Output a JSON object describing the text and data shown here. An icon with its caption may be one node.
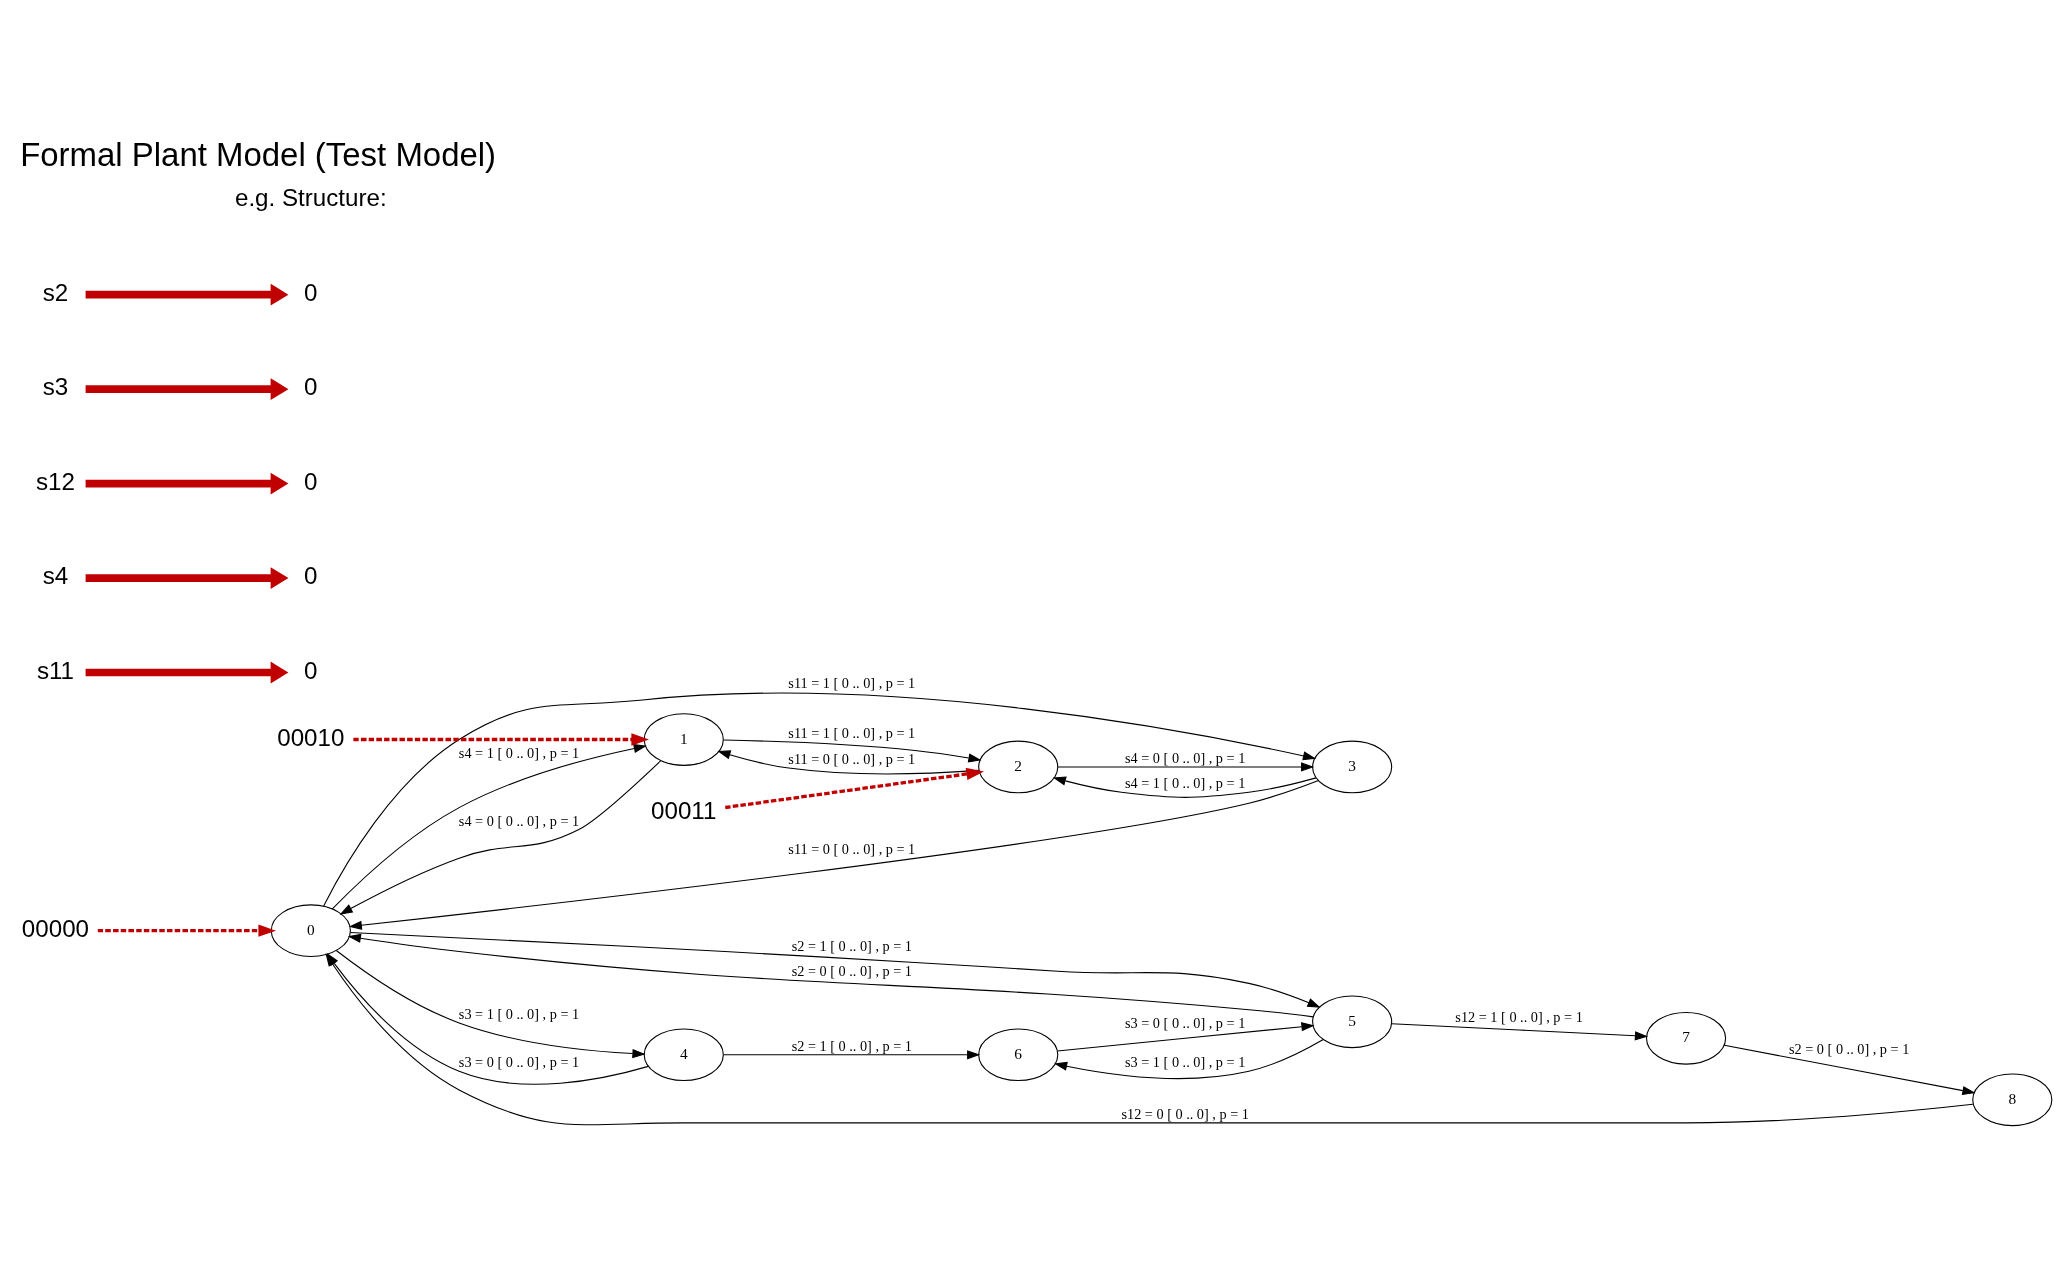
{
  "diagram": {
    "title": "Formal Plant Model (Test Model)",
    "nodes": [
      {
        "text": [
          "0"
        ]
      },
      {
        "text": [
          "1"
        ]
      },
      {
        "text": [
          "2"
        ]
      },
      {
        "text": [
          "3"
        ]
      },
      {
        "text": [
          "4"
        ]
      },
      {
        "text": [
          "5"
        ]
      },
      {
        "text": [
          "6"
        ]
      },
      {
        "text": [
          "7"
        ]
      },
      {
        "text": [
          "8"
        ]
      },
      {
        "text": [
          "00000"
        ]
      },
      {
        "text": [
          "00010"
        ]
      },
      {
        "text": [
          "00011"
        ]
      },
      {
        "text": [
          "0"
        ]
      },
      {
        "text": [
          "0"
        ]
      },
      {
        "text": [
          "0"
        ]
      },
      {
        "text": [
          "0"
        ]
      },
      {
        "text": [
          "0"
        ]
      },
      {
        "text": [
          "s3"
        ]
      },
      {
        "text": [
          "s4"
        ]
      },
      {
        "text": [
          "s2"
        ]
      },
      {
        "text": [
          "s12"
        ]
      },
      {
        "text": [
          "s11"
        ]
      }
    ],
    "edges": [
      {
        "from": 0,
        "to": 1,
        "arrow": "to",
        "label": "s4 = 1 [ 0 .. 0] , p = 1"
      },
      {
        "from": 1,
        "to": 0,
        "arrow": "to",
        "label": "s4 = 0 [ 0 .. 0] , p = 1"
      },
      {
        "from": 2,
        "to": 1,
        "arrow": "to",
        "label": "s11 = 0 [ 0 .. 0] , p = 1"
      },
      {
        "from": 1,
        "to": 2,
        "arrow": "to",
        "label": "s11 = 1 [ 0 .. 0] , p = 1"
      },
      {
        "from": 3,
        "to": 2,
        "arrow": "to",
        "label": "s4 = 1 [ 0 .. 0] , p = 1"
      },
      {
        "from": 2,
        "to": 3,
        "arrow": "to",
        "label": "s4 = 0 [ 0 .. 0] , p = 1"
      },
      {
        "from": 3,
        "to": 0,
        "arrow": "to",
        "label": "s11 = 0 [ 0 .. 0] , p = 1"
      },
      {
        "from": 0,
        "to": 3,
        "arrow": "to",
        "label": "s11 = 1 [ 0 .. 0] , p = 1"
      },
      {
        "from": 5,
        "to": 0,
        "arrow": "to",
        "label": "s2 = 0 [ 0 .. 0] , p = 1"
      },
      {
        "from": 0,
        "to": 5,
        "arrow": "to",
        "label": "s2 = 1 [ 0 .. 0] , p = 1"
      },
      {
        "from": 4,
        "to": 0,
        "arrow": "to",
        "label": "s3 = 0 [ 0 .. 0] , p = 1"
      },
      {
        "from": 0,
        "to": 4,
        "arrow": "to",
        "label": "s3 = 1 [ 0 .. 0] , p = 1"
      },
      {
        "from": 5,
        "to": 6,
        "arrow": "to",
        "label": "s3 = 1 [ 0 .. 0] , p = 1"
      },
      {
        "from": 6,
        "to": 5,
        "arrow": "to",
        "label": "s3 = 0 [ 0 .. 0] , p = 1"
      },
      {
        "from": 5,
        "to": 7,
        "arrow": "to",
        "label": "s12 = 1 [ 0 .. 0] , p = 1"
      },
      {
        "from": 4,
        "to": 6,
        "arrow": "to",
        "label": "s2 = 1 [ 0 .. 0] , p = 1"
      },
      {
        "from": 7,
        "to": 8,
        "arrow": "to",
        "label": "s2 = 0 [ 0 .. 0] , p = 1"
      },
      {
        "from": 8,
        "to": 0,
        "arrow": "to",
        "label": "s12 = 0 [ 0 .. 0] , p = 1"
      },
      {
        "from": 9,
        "to": 0,
        "arrow": "to",
        "style": "dashed",
        "color": "#c00000"
      },
      {
        "from": 10,
        "to": 1,
        "arrow": "to",
        "style": "dashed",
        "color": "#c00000"
      },
      {
        "from": 11,
        "to": 2,
        "arrow": "to",
        "style": "dashed",
        "color": "#c00000"
      },
      {
        "from": 17,
        "to": 13,
        "arrow": "to",
        "style": "thick",
        "color": "#c00000"
      },
      {
        "from": 18,
        "to": 15,
        "arrow": "to",
        "style": "thick",
        "color": "#c00000"
      },
      {
        "from": 19,
        "to": 12,
        "arrow": "to",
        "style": "thick",
        "color": "#c00000"
      },
      {
        "from": 20,
        "to": 14,
        "arrow": "to",
        "style": "thick",
        "color": "#c00000"
      },
      {
        "from": 21,
        "to": 16,
        "arrow": "to",
        "style": "thick",
        "color": "#c00000"
      }
    ],
    "labels": [
      "e.g. Structure:"
    ]
  }
}
